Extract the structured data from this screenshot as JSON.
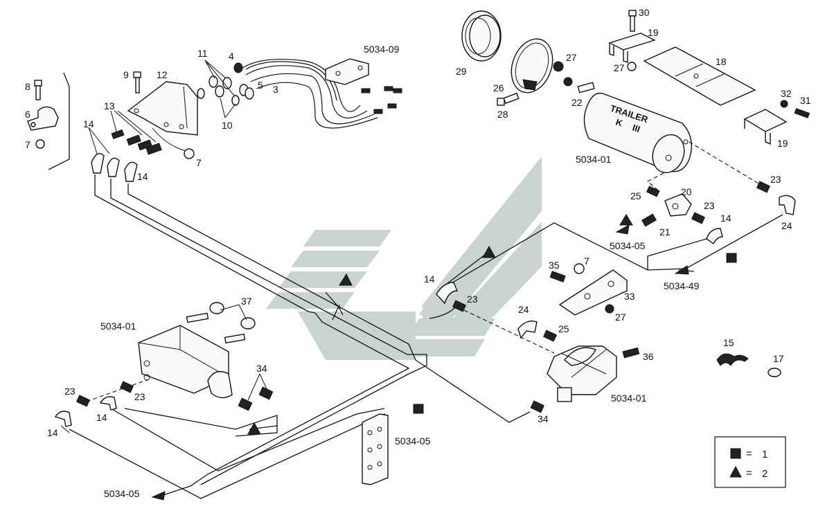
{
  "colors": {
    "watermark": "#c9d3d1",
    "ink": "#111111",
    "background": "#ffffff"
  },
  "tank": {
    "line1": "TRAILER",
    "line2": "K",
    "line3": "III"
  },
  "labels": {
    "l1": "8",
    "l2": "6",
    "l3": "7",
    "l4": "9",
    "l5": "12",
    "l6": "13",
    "l7": "14",
    "l8": "14",
    "l9": "7",
    "l10": "11",
    "l11": "4",
    "l12": "5",
    "l13": "3",
    "l14": "10",
    "l15": "5034-09",
    "l16": "29",
    "l17": "27",
    "l18": "26",
    "l19": "22",
    "l20": "28",
    "l21": "30",
    "l22": "19",
    "l23": "27",
    "l24": "18",
    "l25": "32",
    "l26": "31",
    "l27": "19",
    "l28": "5034-01",
    "l29": "25",
    "l30": "20",
    "l31": "23",
    "l32": "23",
    "l33": "21",
    "l34": "14",
    "l35": "5034-05",
    "l36": "24",
    "l37": "5034-49",
    "l38": "35",
    "l39": "7",
    "l40": "14",
    "l41": "23",
    "l42": "33",
    "l43": "27",
    "l44": "24",
    "l45": "25",
    "l46": "36",
    "l47": "5034-01",
    "l48": "15",
    "l49": "17",
    "l50": "37",
    "l51": "5034-01",
    "l52": "34",
    "l53": "23",
    "l54": "23",
    "l55": "14",
    "l56": "14",
    "l57": "34",
    "l58": "5034-05",
    "l59": "5034-05"
  },
  "legend": {
    "square_value": "1",
    "triangle_value": "2",
    "equals": "="
  }
}
